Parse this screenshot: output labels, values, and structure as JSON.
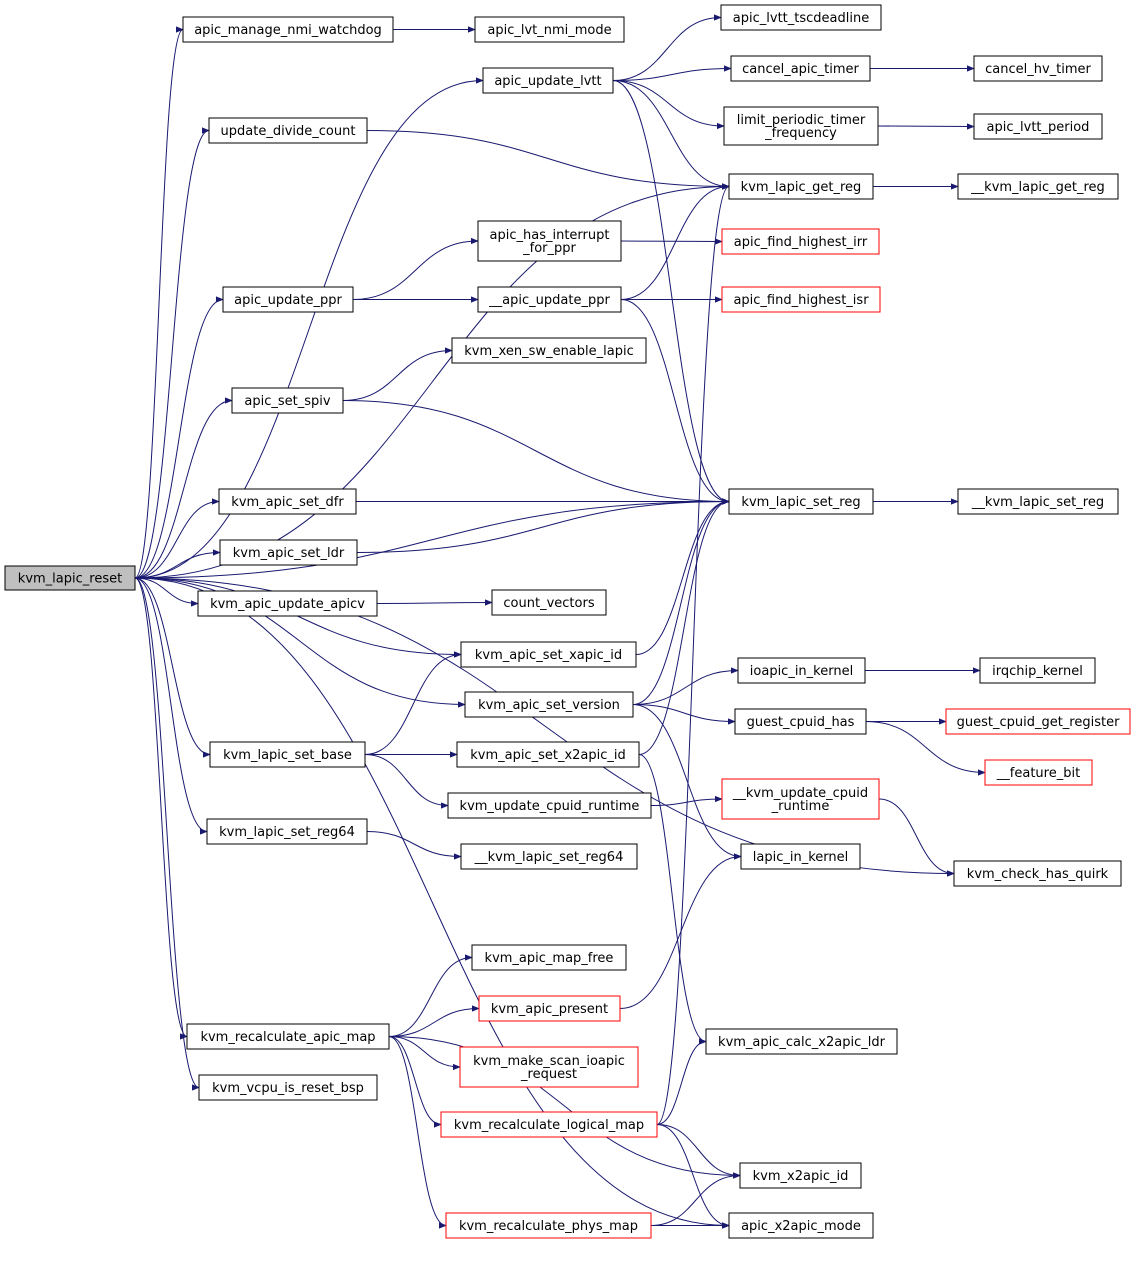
{
  "colors": {
    "edge": "#191970",
    "node_border": "#000000",
    "node_border_red": "#ff0000",
    "root_fill": "#bfbfbf",
    "text": "#000000"
  },
  "nodes": [
    {
      "id": "kvm_lapic_reset",
      "lines": [
        "kvm_lapic_reset"
      ],
      "style": "root"
    },
    {
      "id": "apic_manage_nmi_watchdog",
      "lines": [
        "apic_manage_nmi_watchdog"
      ],
      "style": "normal"
    },
    {
      "id": "apic_lvt_nmi_mode",
      "lines": [
        "apic_lvt_nmi_mode"
      ],
      "style": "normal"
    },
    {
      "id": "apic_lvtt_tscdeadline",
      "lines": [
        "apic_lvtt_tscdeadline"
      ],
      "style": "normal"
    },
    {
      "id": "apic_update_lvtt",
      "lines": [
        "apic_update_lvtt"
      ],
      "style": "normal"
    },
    {
      "id": "cancel_apic_timer",
      "lines": [
        "cancel_apic_timer"
      ],
      "style": "normal"
    },
    {
      "id": "cancel_hv_timer",
      "lines": [
        "cancel_hv_timer"
      ],
      "style": "normal"
    },
    {
      "id": "update_divide_count",
      "lines": [
        "update_divide_count"
      ],
      "style": "normal"
    },
    {
      "id": "limit_periodic_timer_frequency",
      "lines": [
        "limit_periodic_timer",
        "_frequency"
      ],
      "style": "normal"
    },
    {
      "id": "apic_lvtt_period",
      "lines": [
        "apic_lvtt_period"
      ],
      "style": "normal"
    },
    {
      "id": "kvm_lapic_get_reg",
      "lines": [
        "kvm_lapic_get_reg"
      ],
      "style": "normal"
    },
    {
      "id": "__kvm_lapic_get_reg",
      "lines": [
        "__kvm_lapic_get_reg"
      ],
      "style": "normal"
    },
    {
      "id": "apic_has_interrupt_for_ppr",
      "lines": [
        "apic_has_interrupt",
        "_for_ppr"
      ],
      "style": "normal"
    },
    {
      "id": "apic_find_highest_irr",
      "lines": [
        "apic_find_highest_irr"
      ],
      "style": "red"
    },
    {
      "id": "apic_update_ppr",
      "lines": [
        "apic_update_ppr"
      ],
      "style": "normal"
    },
    {
      "id": "__apic_update_ppr",
      "lines": [
        "__apic_update_ppr"
      ],
      "style": "normal"
    },
    {
      "id": "apic_find_highest_isr",
      "lines": [
        "apic_find_highest_isr"
      ],
      "style": "red"
    },
    {
      "id": "kvm_xen_sw_enable_lapic",
      "lines": [
        "kvm_xen_sw_enable_lapic"
      ],
      "style": "normal"
    },
    {
      "id": "apic_set_spiv",
      "lines": [
        "apic_set_spiv"
      ],
      "style": "normal"
    },
    {
      "id": "kvm_apic_set_dfr",
      "lines": [
        "kvm_apic_set_dfr"
      ],
      "style": "normal"
    },
    {
      "id": "kvm_lapic_set_reg",
      "lines": [
        "kvm_lapic_set_reg"
      ],
      "style": "normal"
    },
    {
      "id": "__kvm_lapic_set_reg",
      "lines": [
        "__kvm_lapic_set_reg"
      ],
      "style": "normal"
    },
    {
      "id": "kvm_apic_set_ldr",
      "lines": [
        "kvm_apic_set_ldr"
      ],
      "style": "normal"
    },
    {
      "id": "kvm_apic_update_apicv",
      "lines": [
        "kvm_apic_update_apicv"
      ],
      "style": "normal"
    },
    {
      "id": "count_vectors",
      "lines": [
        "count_vectors"
      ],
      "style": "normal"
    },
    {
      "id": "kvm_apic_set_xapic_id",
      "lines": [
        "kvm_apic_set_xapic_id"
      ],
      "style": "normal"
    },
    {
      "id": "ioapic_in_kernel",
      "lines": [
        "ioapic_in_kernel"
      ],
      "style": "normal"
    },
    {
      "id": "irqchip_kernel",
      "lines": [
        "irqchip_kernel"
      ],
      "style": "normal"
    },
    {
      "id": "kvm_apic_set_version",
      "lines": [
        "kvm_apic_set_version"
      ],
      "style": "normal"
    },
    {
      "id": "guest_cpuid_has",
      "lines": [
        "guest_cpuid_has"
      ],
      "style": "normal"
    },
    {
      "id": "guest_cpuid_get_register",
      "lines": [
        "guest_cpuid_get_register"
      ],
      "style": "red"
    },
    {
      "id": "kvm_lapic_set_base",
      "lines": [
        "kvm_lapic_set_base"
      ],
      "style": "normal"
    },
    {
      "id": "kvm_apic_set_x2apic_id",
      "lines": [
        "kvm_apic_set_x2apic_id"
      ],
      "style": "normal"
    },
    {
      "id": "__feature_bit",
      "lines": [
        "__feature_bit"
      ],
      "style": "red"
    },
    {
      "id": "kvm_update_cpuid_runtime",
      "lines": [
        "kvm_update_cpuid_runtime"
      ],
      "style": "normal"
    },
    {
      "id": "__kvm_update_cpuid_runtime",
      "lines": [
        "__kvm_update_cpuid",
        "_runtime"
      ],
      "style": "red"
    },
    {
      "id": "kvm_lapic_set_reg64",
      "lines": [
        "kvm_lapic_set_reg64"
      ],
      "style": "normal"
    },
    {
      "id": "__kvm_lapic_set_reg64",
      "lines": [
        "__kvm_lapic_set_reg64"
      ],
      "style": "normal"
    },
    {
      "id": "lapic_in_kernel",
      "lines": [
        "lapic_in_kernel"
      ],
      "style": "normal"
    },
    {
      "id": "kvm_check_has_quirk",
      "lines": [
        "kvm_check_has_quirk"
      ],
      "style": "normal"
    },
    {
      "id": "kvm_apic_map_free",
      "lines": [
        "kvm_apic_map_free"
      ],
      "style": "normal"
    },
    {
      "id": "kvm_apic_present",
      "lines": [
        "kvm_apic_present"
      ],
      "style": "red"
    },
    {
      "id": "kvm_recalculate_apic_map",
      "lines": [
        "kvm_recalculate_apic_map"
      ],
      "style": "normal"
    },
    {
      "id": "kvm_apic_calc_x2apic_ldr",
      "lines": [
        "kvm_apic_calc_x2apic_ldr"
      ],
      "style": "normal"
    },
    {
      "id": "kvm_make_scan_ioapic_request",
      "lines": [
        "kvm_make_scan_ioapic",
        "_request"
      ],
      "style": "red"
    },
    {
      "id": "kvm_vcpu_is_reset_bsp",
      "lines": [
        "kvm_vcpu_is_reset_bsp"
      ],
      "style": "normal"
    },
    {
      "id": "kvm_recalculate_logical_map",
      "lines": [
        "kvm_recalculate_logical_map"
      ],
      "style": "red"
    },
    {
      "id": "kvm_x2apic_id",
      "lines": [
        "kvm_x2apic_id"
      ],
      "style": "normal"
    },
    {
      "id": "kvm_recalculate_phys_map",
      "lines": [
        "kvm_recalculate_phys_map"
      ],
      "style": "red"
    },
    {
      "id": "apic_x2apic_mode",
      "lines": [
        "apic_x2apic_mode"
      ],
      "style": "normal"
    }
  ],
  "edges": [
    [
      "kvm_lapic_reset",
      "apic_manage_nmi_watchdog"
    ],
    [
      "kvm_lapic_reset",
      "apic_update_lvtt"
    ],
    [
      "kvm_lapic_reset",
      "update_divide_count"
    ],
    [
      "kvm_lapic_reset",
      "kvm_lapic_get_reg"
    ],
    [
      "kvm_lapic_reset",
      "apic_update_ppr"
    ],
    [
      "kvm_lapic_reset",
      "apic_set_spiv"
    ],
    [
      "kvm_lapic_reset",
      "kvm_lapic_set_reg"
    ],
    [
      "kvm_lapic_reset",
      "kvm_apic_set_dfr"
    ],
    [
      "kvm_lapic_reset",
      "kvm_apic_set_ldr"
    ],
    [
      "kvm_lapic_reset",
      "kvm_apic_update_apicv"
    ],
    [
      "kvm_lapic_reset",
      "kvm_apic_set_xapic_id"
    ],
    [
      "kvm_lapic_reset",
      "kvm_apic_set_version"
    ],
    [
      "kvm_lapic_reset",
      "kvm_lapic_set_base"
    ],
    [
      "kvm_lapic_reset",
      "kvm_lapic_set_reg64"
    ],
    [
      "kvm_lapic_reset",
      "kvm_check_has_quirk"
    ],
    [
      "kvm_lapic_reset",
      "kvm_recalculate_apic_map"
    ],
    [
      "kvm_lapic_reset",
      "kvm_vcpu_is_reset_bsp"
    ],
    [
      "kvm_lapic_reset",
      "apic_x2apic_mode"
    ],
    [
      "apic_manage_nmi_watchdog",
      "apic_lvt_nmi_mode"
    ],
    [
      "apic_update_lvtt",
      "apic_lvtt_tscdeadline"
    ],
    [
      "apic_update_lvtt",
      "cancel_apic_timer"
    ],
    [
      "apic_update_lvtt",
      "limit_periodic_timer_frequency"
    ],
    [
      "apic_update_lvtt",
      "kvm_lapic_get_reg"
    ],
    [
      "apic_update_lvtt",
      "kvm_lapic_set_reg"
    ],
    [
      "cancel_apic_timer",
      "cancel_hv_timer"
    ],
    [
      "limit_periodic_timer_frequency",
      "apic_lvtt_period"
    ],
    [
      "update_divide_count",
      "kvm_lapic_get_reg"
    ],
    [
      "kvm_lapic_get_reg",
      "__kvm_lapic_get_reg"
    ],
    [
      "apic_update_ppr",
      "apic_has_interrupt_for_ppr"
    ],
    [
      "apic_update_ppr",
      "__apic_update_ppr"
    ],
    [
      "apic_has_interrupt_for_ppr",
      "apic_find_highest_irr"
    ],
    [
      "__apic_update_ppr",
      "kvm_lapic_get_reg"
    ],
    [
      "__apic_update_ppr",
      "apic_find_highest_isr"
    ],
    [
      "__apic_update_ppr",
      "kvm_lapic_set_reg"
    ],
    [
      "apic_set_spiv",
      "kvm_xen_sw_enable_lapic"
    ],
    [
      "apic_set_spiv",
      "kvm_lapic_set_reg"
    ],
    [
      "kvm_apic_set_dfr",
      "kvm_lapic_set_reg"
    ],
    [
      "kvm_apic_set_ldr",
      "kvm_lapic_set_reg"
    ],
    [
      "kvm_lapic_set_reg",
      "__kvm_lapic_set_reg"
    ],
    [
      "kvm_apic_update_apicv",
      "count_vectors"
    ],
    [
      "kvm_apic_set_xapic_id",
      "kvm_lapic_set_reg"
    ],
    [
      "kvm_apic_set_version",
      "kvm_lapic_set_reg"
    ],
    [
      "kvm_apic_set_version",
      "ioapic_in_kernel"
    ],
    [
      "kvm_apic_set_version",
      "guest_cpuid_has"
    ],
    [
      "kvm_apic_set_version",
      "lapic_in_kernel"
    ],
    [
      "ioapic_in_kernel",
      "irqchip_kernel"
    ],
    [
      "guest_cpuid_has",
      "guest_cpuid_get_register"
    ],
    [
      "guest_cpuid_has",
      "__feature_bit"
    ],
    [
      "kvm_lapic_set_base",
      "kvm_apic_set_xapic_id"
    ],
    [
      "kvm_lapic_set_base",
      "kvm_apic_set_x2apic_id"
    ],
    [
      "kvm_lapic_set_base",
      "kvm_update_cpuid_runtime"
    ],
    [
      "kvm_apic_set_x2apic_id",
      "kvm_lapic_set_reg"
    ],
    [
      "kvm_apic_set_x2apic_id",
      "kvm_apic_calc_x2apic_ldr"
    ],
    [
      "kvm_update_cpuid_runtime",
      "__kvm_update_cpuid_runtime"
    ],
    [
      "__kvm_update_cpuid_runtime",
      "kvm_check_has_quirk"
    ],
    [
      "kvm_lapic_set_reg64",
      "__kvm_lapic_set_reg64"
    ],
    [
      "kvm_recalculate_apic_map",
      "kvm_apic_map_free"
    ],
    [
      "kvm_recalculate_apic_map",
      "kvm_apic_present"
    ],
    [
      "kvm_recalculate_apic_map",
      "kvm_make_scan_ioapic_request"
    ],
    [
      "kvm_recalculate_apic_map",
      "kvm_recalculate_logical_map"
    ],
    [
      "kvm_recalculate_apic_map",
      "kvm_recalculate_phys_map"
    ],
    [
      "kvm_recalculate_apic_map",
      "kvm_x2apic_id"
    ],
    [
      "kvm_apic_present",
      "lapic_in_kernel"
    ],
    [
      "kvm_recalculate_logical_map",
      "kvm_apic_calc_x2apic_ldr"
    ],
    [
      "kvm_recalculate_logical_map",
      "kvm_x2apic_id"
    ],
    [
      "kvm_recalculate_logical_map",
      "apic_x2apic_mode"
    ],
    [
      "kvm_recalculate_logical_map",
      "kvm_lapic_get_reg"
    ],
    [
      "kvm_recalculate_phys_map",
      "kvm_x2apic_id"
    ],
    [
      "kvm_recalculate_phys_map",
      "apic_x2apic_mode"
    ]
  ]
}
